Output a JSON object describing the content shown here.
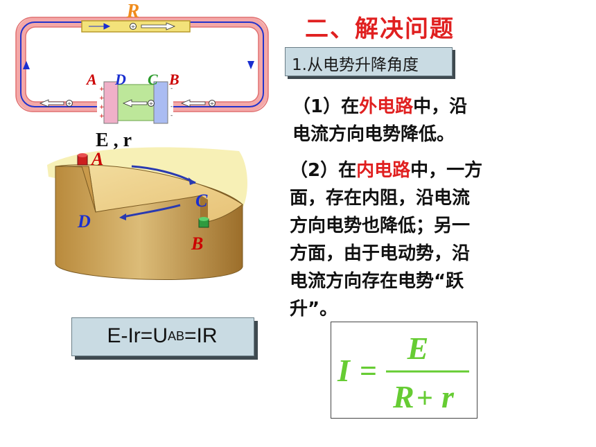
{
  "header": {
    "title": "二、解决问题",
    "subtitle": "1.从电势升降角度"
  },
  "para1": {
    "line1_pre": "（1）在",
    "line1_red": "外电路",
    "line1_post": "中，沿",
    "line2": "电流方向电势降低。"
  },
  "para2": {
    "line1_pre": "（2）在",
    "line1_red": "内电路",
    "line1_post": "中，一方",
    "line2": "面，存在内阻，沿电流",
    "line3": "方向电势也降低；另一",
    "line4": "方面，由于电动势，沿",
    "line5": "电流方向存在电势“跃",
    "line6": "升”。"
  },
  "circuit": {
    "resistor_label": "R",
    "label_a": "A",
    "label_d": "D",
    "label_c": "C",
    "label_b": "B",
    "source_label": "E , r"
  },
  "model": {
    "label_a": "A",
    "label_c": "C",
    "label_d": "D",
    "label_b": "B"
  },
  "equation": {
    "lhs": "E-Ir=U",
    "sub": "AB",
    "rhs": "=IR"
  },
  "formula": {
    "numerator": "E",
    "lhs": "I",
    "equals": "=",
    "den_r": "R",
    "den_plus": "+",
    "den_small_r": "r"
  },
  "colors": {
    "title": "#e02020",
    "formula": "#66cc33",
    "box": "#c9dbe3"
  }
}
